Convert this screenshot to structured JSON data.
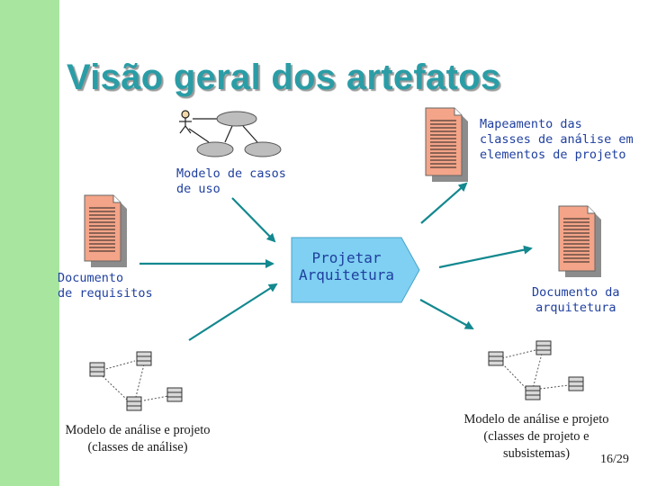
{
  "slide": {
    "title": "Visão geral dos artefatos",
    "page_number": "16/29"
  },
  "inputs": {
    "use_case_model": "Modelo de casos\nde uso",
    "requirements_doc": "Documento\nde requisitos",
    "analysis_model": "Modelo de análise e projeto\n(classes de análise)"
  },
  "activity": {
    "label": "Projetar\nArquitetura"
  },
  "outputs": {
    "class_mapping": "Mapeamento das\nclasses de análise em\nelementos de projeto",
    "architecture_doc": "Documento da\narquitetura",
    "design_model": "Modelo de análise e projeto\n(classes de projeto e\nsubsistemas)"
  },
  "colors": {
    "sidebar": "#a8e6a0",
    "title": "#2a9da6",
    "arrow": "#13888f",
    "label_text": "#1f3f9f",
    "activity_fill": "#7fd0f2",
    "document_fill": "#f4a488"
  }
}
